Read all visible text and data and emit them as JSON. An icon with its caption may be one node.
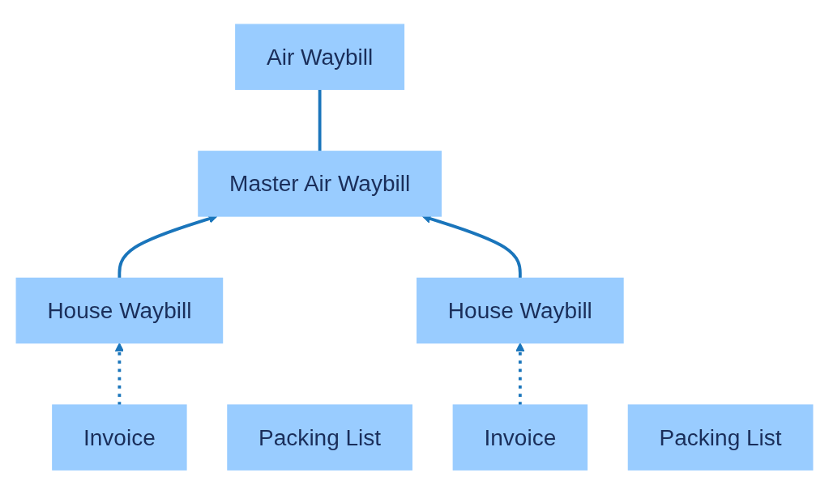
{
  "diagram": {
    "nodes": [
      {
        "text": [
          "Master Air Waybill"
        ]
      },
      {
        "text": [
          "Air Waybill"
        ]
      },
      {
        "text": [
          "House Waybill"
        ]
      },
      {
        "text": [
          "House Waybill"
        ]
      },
      {
        "text": [
          "Invoice"
        ]
      },
      {
        "text": [
          "Packing List"
        ]
      },
      {
        "text": [
          "Invoice"
        ]
      },
      {
        "text": [
          "Packing List"
        ]
      }
    ],
    "edges": [
      {
        "from": 0,
        "to": 1,
        "arrow": "none"
      },
      {
        "from": 2,
        "to": 0,
        "arrow": "to"
      },
      {
        "from": 3,
        "to": 0,
        "arrow": "to"
      },
      {
        "from": 4,
        "to": 2,
        "arrow": "to",
        "style": "dashed"
      },
      {
        "from": 6,
        "to": 3,
        "arrow": "to",
        "style": "dashed"
      }
    ]
  }
}
